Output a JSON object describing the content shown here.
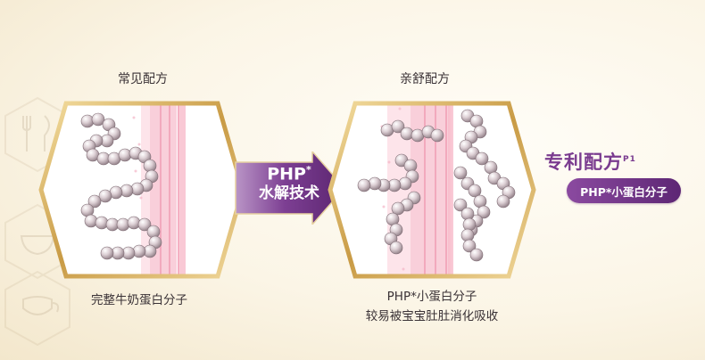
{
  "left_panel": {
    "title": "常见配方",
    "caption": "完整牛奶蛋白分子"
  },
  "arrow": {
    "line1": "PHP",
    "superscript": "*",
    "line2": "水解技术"
  },
  "right_panel": {
    "title": "亲舒配方",
    "caption_line1": "PHP*小蛋白分子",
    "caption_line2": "较易被宝宝肚肚消化吸收"
  },
  "badge": {
    "title": "专利配方",
    "superscript": "P1",
    "pill": "PHP*小蛋白分子"
  },
  "colors": {
    "gold": "#d8b463",
    "purple": "#7a3b8f",
    "pearl": "#d9c9cf",
    "tissue_pink": "#f6bfcf"
  },
  "decor_icons": [
    "utensils-icon",
    "bowl-icon",
    "teapot-icon"
  ]
}
